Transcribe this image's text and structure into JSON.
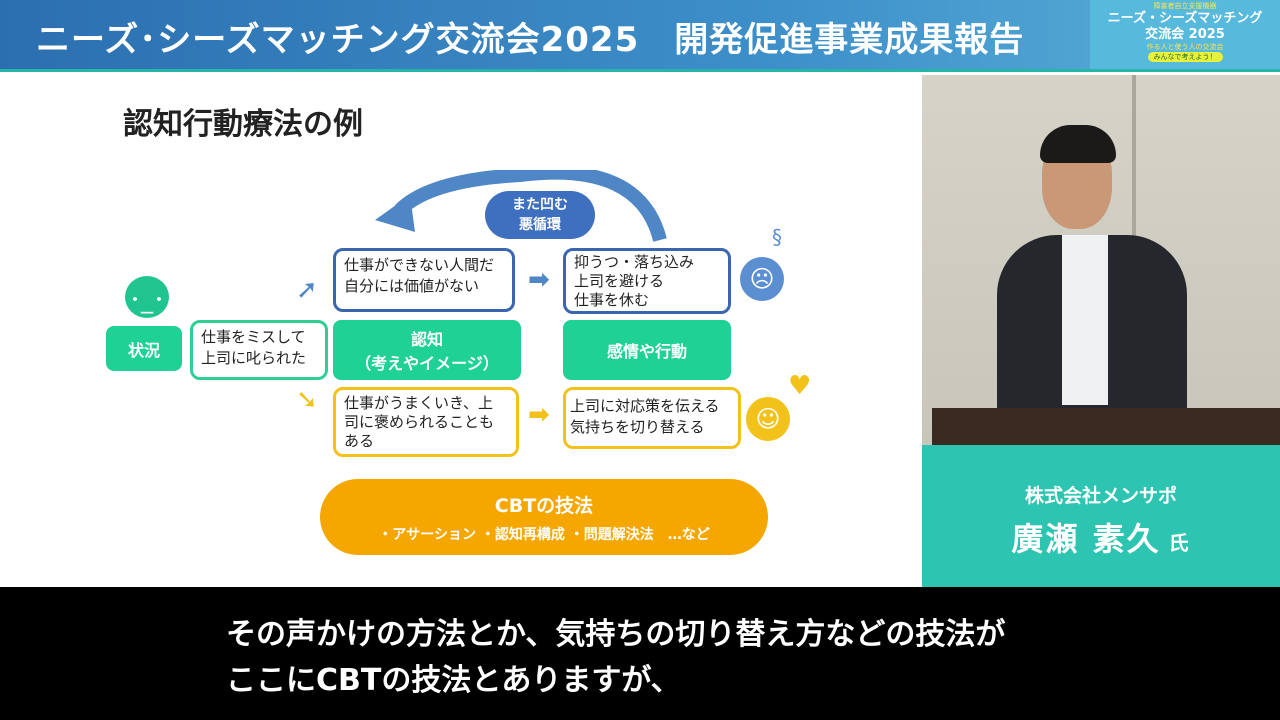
{
  "header": {
    "title": "ニーズ･シーズマッチング交流会2025　開発促進事業成果報告",
    "logo": {
      "sup": "障害者自立支援機器",
      "line1": "ニーズ・シーズマッチング",
      "line2": "交流会 2025",
      "tagline": "作る人と使う人の交流会",
      "badge": "みんなで考えよう！"
    }
  },
  "slide": {
    "title": "認知行動療法の例",
    "cycle": [
      "また凹む",
      "悪循環"
    ],
    "situation_label": "状況",
    "situation_text": [
      "仕事をミスして",
      "上司に叱られた"
    ],
    "cognition_label": [
      "認知",
      "（考えやイメージ）"
    ],
    "emotion_label": "感情や行動",
    "negative_thought": [
      "仕事ができない人間だ",
      "自分には価値がない"
    ],
    "negative_action": [
      "抑うつ・落ち込み",
      "上司を避ける",
      "仕事を休む"
    ],
    "positive_thought": [
      "仕事がうまくいき、上",
      "司に褒められることも",
      "ある"
    ],
    "positive_action": [
      "上司に対応策を伝える",
      "気持ちを切り替える"
    ],
    "cbt": {
      "title": "CBTの技法",
      "items": "・アサーション ・認知再構成 ・問題解決法　…など"
    }
  },
  "speaker": {
    "company": "株式会社メンサポ",
    "name": "廣瀬 素久",
    "honorific": "氏"
  },
  "subtitles": [
    "その声かけの方法とか、気持ちの切り替え方などの技法が",
    "ここにCBTの技法とありますが、"
  ]
}
